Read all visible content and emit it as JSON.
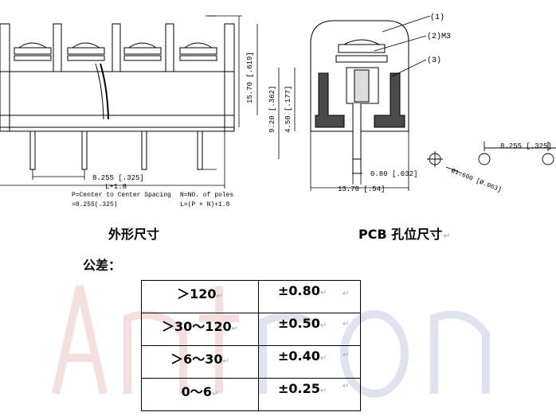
{
  "drawing": {
    "left": {
      "dim_spacing": "8.255 [.325]",
      "dim_overall": "L+1.8",
      "note_p_line1": "P=Center to Center Spacing",
      "note_p_line2": "=8.255(.325)",
      "note_n_line1": "N=NO. of poles",
      "note_n_line2": "L=(P × N)+1.8",
      "dim_height_total": "15.70 [.619]",
      "dim_height_mid": "9.20 [.362]",
      "dim_height_low": "4.50 [.177]"
    },
    "right": {
      "callout_1": "(1)",
      "callout_2": "(2)M3",
      "callout_3": "(3)",
      "dim_pin": "0.80 [.032]",
      "dim_width": "13.70 [.54]"
    },
    "pcb": {
      "dim_spacing": "8.255 [.325]",
      "dim_hole": "Ø1.600 [Ø.063]"
    }
  },
  "headings": {
    "outline": "外形尺寸",
    "pcb_layout": "PCB 孔位尺寸",
    "tolerance": "公差："
  },
  "tolerance_table": [
    {
      "range": "＞120",
      "tol": "±0.80"
    },
    {
      "range": "＞30～120",
      "tol": "±0.50"
    },
    {
      "range": "＞6～30",
      "tol": "±0.40"
    },
    {
      "range": "0～6",
      "tol": "±0.25"
    }
  ],
  "watermark": "Antron",
  "colors": {
    "watermark_red": "#f4dede",
    "watermark_blue": "#dfe3ef",
    "line": "#000000",
    "fill_dark": "#4a4a4a"
  }
}
